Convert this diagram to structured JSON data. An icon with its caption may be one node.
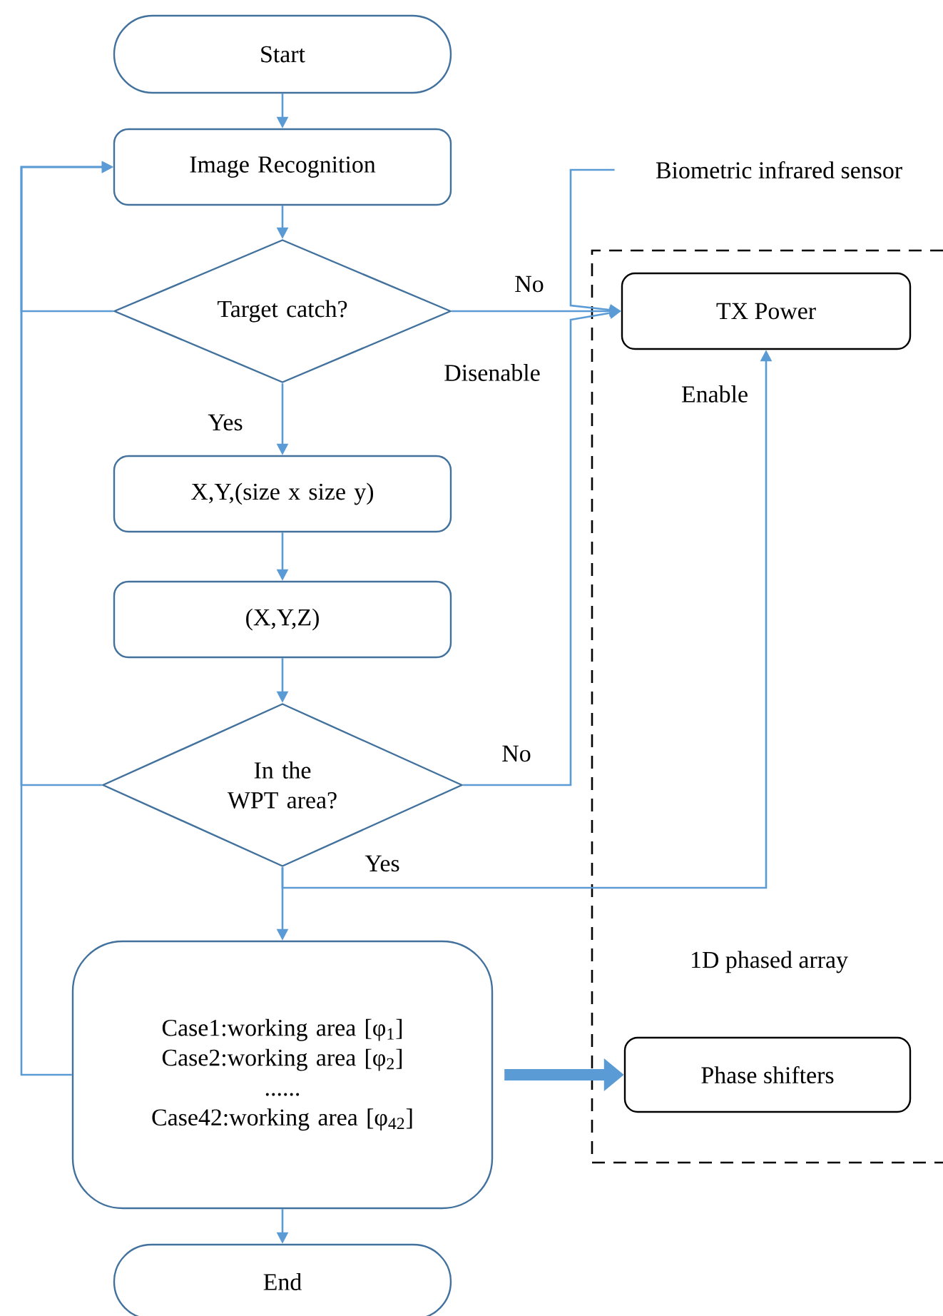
{
  "diagram": {
    "nodes": [
      {
        "text": [
          "Start"
        ]
      },
      {
        "text": [
          "Image Recognition"
        ]
      },
      {
        "text": [
          "Target catch?"
        ]
      },
      {
        "text": [
          "X,Y,(size x size y)"
        ]
      },
      {
        "text": [
          "(X,Y,Z)"
        ]
      },
      {
        "text": [
          "In the WPT area?"
        ]
      },
      {
        "text": [
          "Case1:working area [φ$_{1}$]",
          "Case2:working area [φ$_{2}$]",
          "......",
          "Case42:working area [φ$_{42}$]"
        ]
      },
      {
        "text": [
          "End"
        ]
      },
      {
        "text": [
          "1D phased array"
        ]
      },
      {
        "text": [
          "TX Power"
        ],
        "in": 8
      },
      {
        "text": [
          "Phase shifters"
        ],
        "in": 8
      },
      {
        "text": [
          "Biometric infrared sensor"
        ]
      }
    ],
    "edges": [
      {
        "from": 0,
        "to": 1,
        "arrow": "to"
      },
      {
        "from": 1,
        "to": 2,
        "arrow": "to"
      },
      {
        "from": 2,
        "to": 3,
        "arrow": "to",
        "label": "Yes"
      },
      {
        "from": 3,
        "to": 4,
        "arrow": "to"
      },
      {
        "from": 4,
        "to": 5,
        "arrow": "to"
      },
      {
        "from": 5,
        "to": 6,
        "arrow": "to"
      },
      {
        "from": 6,
        "to": 7,
        "arrow": "to"
      },
      {
        "from": 2,
        "to": 9,
        "arrow": "to",
        "label": "No"
      },
      {
        "from": 11,
        "to": 9,
        "arrow": "to"
      },
      {
        "from": 5,
        "to": 9,
        "arrow": "to",
        "label": "No"
      },
      {
        "from": 5,
        "to": 9,
        "arrow": "to",
        "label": "Yes"
      },
      {
        "from": 2,
        "to": 1,
        "arrow": "to"
      },
      {
        "from": 5,
        "to": 1,
        "arrow": "to"
      },
      {
        "from": 6,
        "to": 1,
        "arrow": "to"
      },
      {
        "from": 6,
        "to": 10,
        "arrow": "to",
        "style": "thick"
      }
    ],
    "labels": [
      "Disenable",
      "Enable"
    ]
  }
}
